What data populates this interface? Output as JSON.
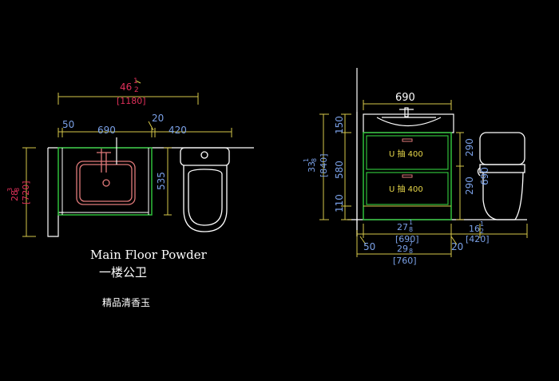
{
  "colors": {
    "background": "#000000",
    "line_white": "#ffffff",
    "dim_yellow": "#d6c84a",
    "dim_blue": "#7aa0e6",
    "dim_red": "#e0305a",
    "cabinet_green": "#2fbf3a",
    "fixture_red": "#e07a7a",
    "drawer_label": "#e8d84a"
  },
  "plan": {
    "overall_imperial": "46",
    "overall_imperial_frac_num": "1",
    "overall_imperial_frac_den": "2",
    "overall_metric": "[1180]",
    "dim_left_gap": "50",
    "dim_vanity_width": "690",
    "dim_mid_gap": "20",
    "dim_toilet_width": "420",
    "dim_toilet_depth": "535",
    "depth_imperial": "28",
    "depth_imperial_frac_num": "3",
    "depth_imperial_frac_den": "8",
    "depth_metric": "[720]",
    "title_en": "Main Floor Powder",
    "title_cn": "一楼公卫",
    "subtitle_cn": "精品清香玉"
  },
  "elevation": {
    "dim_basin_width": "690",
    "dim_top_height": "150",
    "dim_drawer_block": "580",
    "dim_toe_kick": "110",
    "total_height_imperial": "33",
    "total_height_frac_num": "1",
    "total_height_frac_den": "8",
    "total_height_metric": "[840]",
    "drawer_1_label": "U 抽 400",
    "drawer_2_label": "U 抽 400",
    "toilet_dim_upper": "290",
    "toilet_dim_lower": "290",
    "toilet_height": "690",
    "cabinet_width_imperial": "27",
    "cabinet_width_frac_num": "1",
    "cabinet_width_frac_den": "8",
    "cabinet_width_metric": "[690]",
    "toilet_width_imperial": "16",
    "toilet_width_frac_num": "1",
    "toilet_width_frac_den": "2",
    "toilet_width_metric": "[420]",
    "dim_left_gap": "50",
    "dim_mid_gap": "20",
    "overall_imperial": "29",
    "overall_frac_num": "7",
    "overall_frac_den": "8",
    "overall_metric": "[760]"
  }
}
